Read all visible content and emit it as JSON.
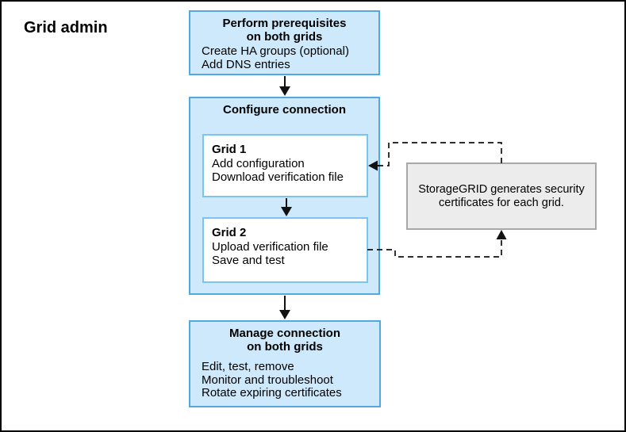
{
  "title": "Grid admin",
  "colors": {
    "box_fill": "#cde9fb",
    "box_border": "#53a9de",
    "inner_border": "#7cc3ed",
    "note_fill": "#ececec",
    "note_border": "#a8a8a8",
    "arrow": "#111111",
    "frame": "#000000",
    "text": "#000000"
  },
  "boxes": {
    "prerequisites": {
      "title": "Perform prerequisites\non both grids",
      "body": "Create HA groups (optional)\nAdd DNS entries"
    },
    "configure": {
      "title": "Configure connection",
      "grid1": {
        "title": "Grid 1",
        "body": "Add configuration\nDownload verification file"
      },
      "grid2": {
        "title": "Grid 2",
        "body": "Upload verification file\nSave and test"
      }
    },
    "note": {
      "text": "StorageGRID generates security\ncertificates for each grid."
    },
    "manage": {
      "title": "Manage connection\non both grids",
      "body": "Edit, test, remove\nMonitor and troubleshoot\nRotate expiring certificates"
    }
  }
}
